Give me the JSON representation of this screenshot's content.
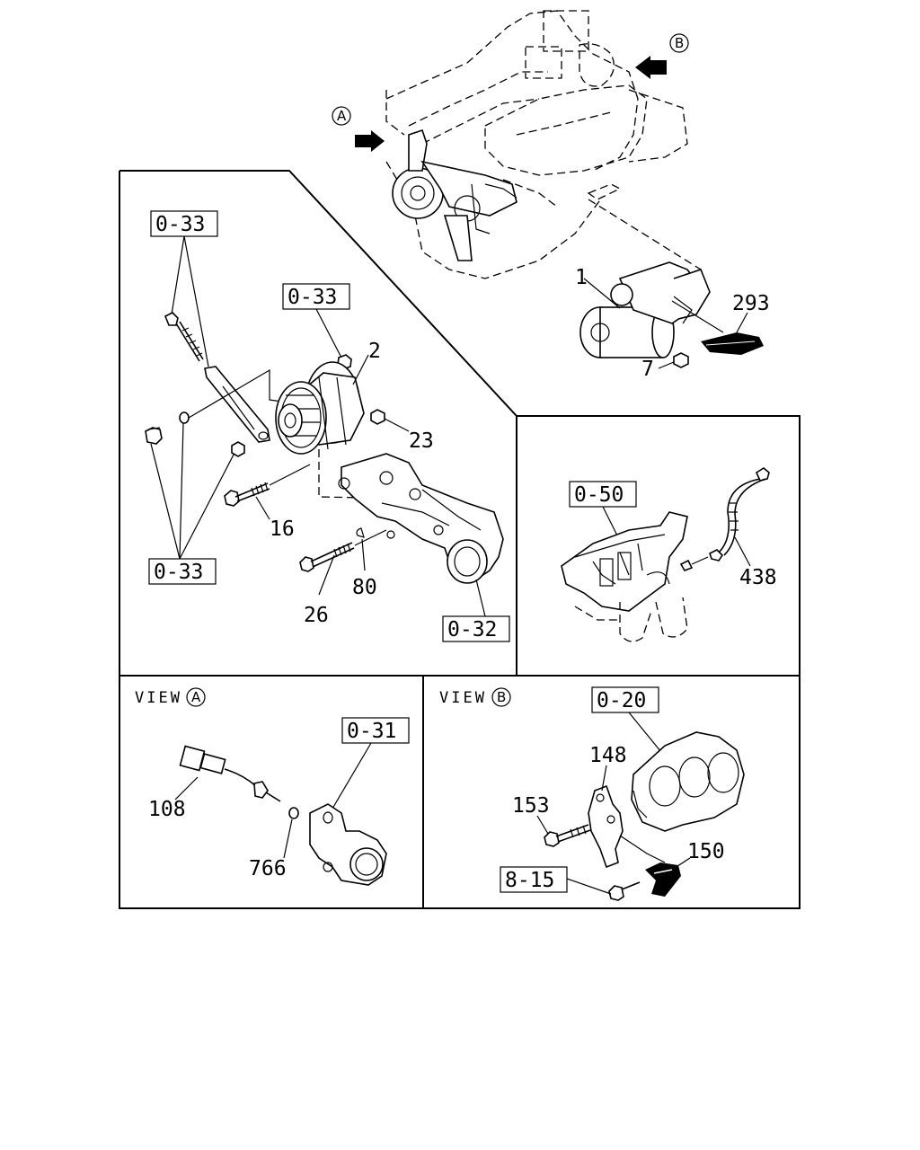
{
  "diagram": {
    "callouts": {
      "arrow_a": "A",
      "arrow_b": "B"
    },
    "part_numbers": {
      "starter": "1",
      "alternator": "2",
      "nut_7": "7",
      "harness_293": "293",
      "nut_23": "23",
      "bolt_16": "16",
      "bolt_26": "26",
      "washer_80": "80",
      "sensor_438": "438",
      "sensor_108": "108",
      "washer_766": "766",
      "bracket_148": "148",
      "bolt_153": "153",
      "clip_150": "150"
    },
    "reference_boxes": {
      "ref_top": "0-33",
      "ref_mid": "0-33",
      "ref_low": "0-33",
      "ref_032": "0-32",
      "ref_050": "0-50",
      "ref_031": "0-31",
      "ref_020": "0-20",
      "ref_815": "8-15"
    },
    "views": {
      "view_a": {
        "label": "VIEW",
        "letter": "A"
      },
      "view_b": {
        "label": "VIEW",
        "letter": "B"
      }
    }
  }
}
